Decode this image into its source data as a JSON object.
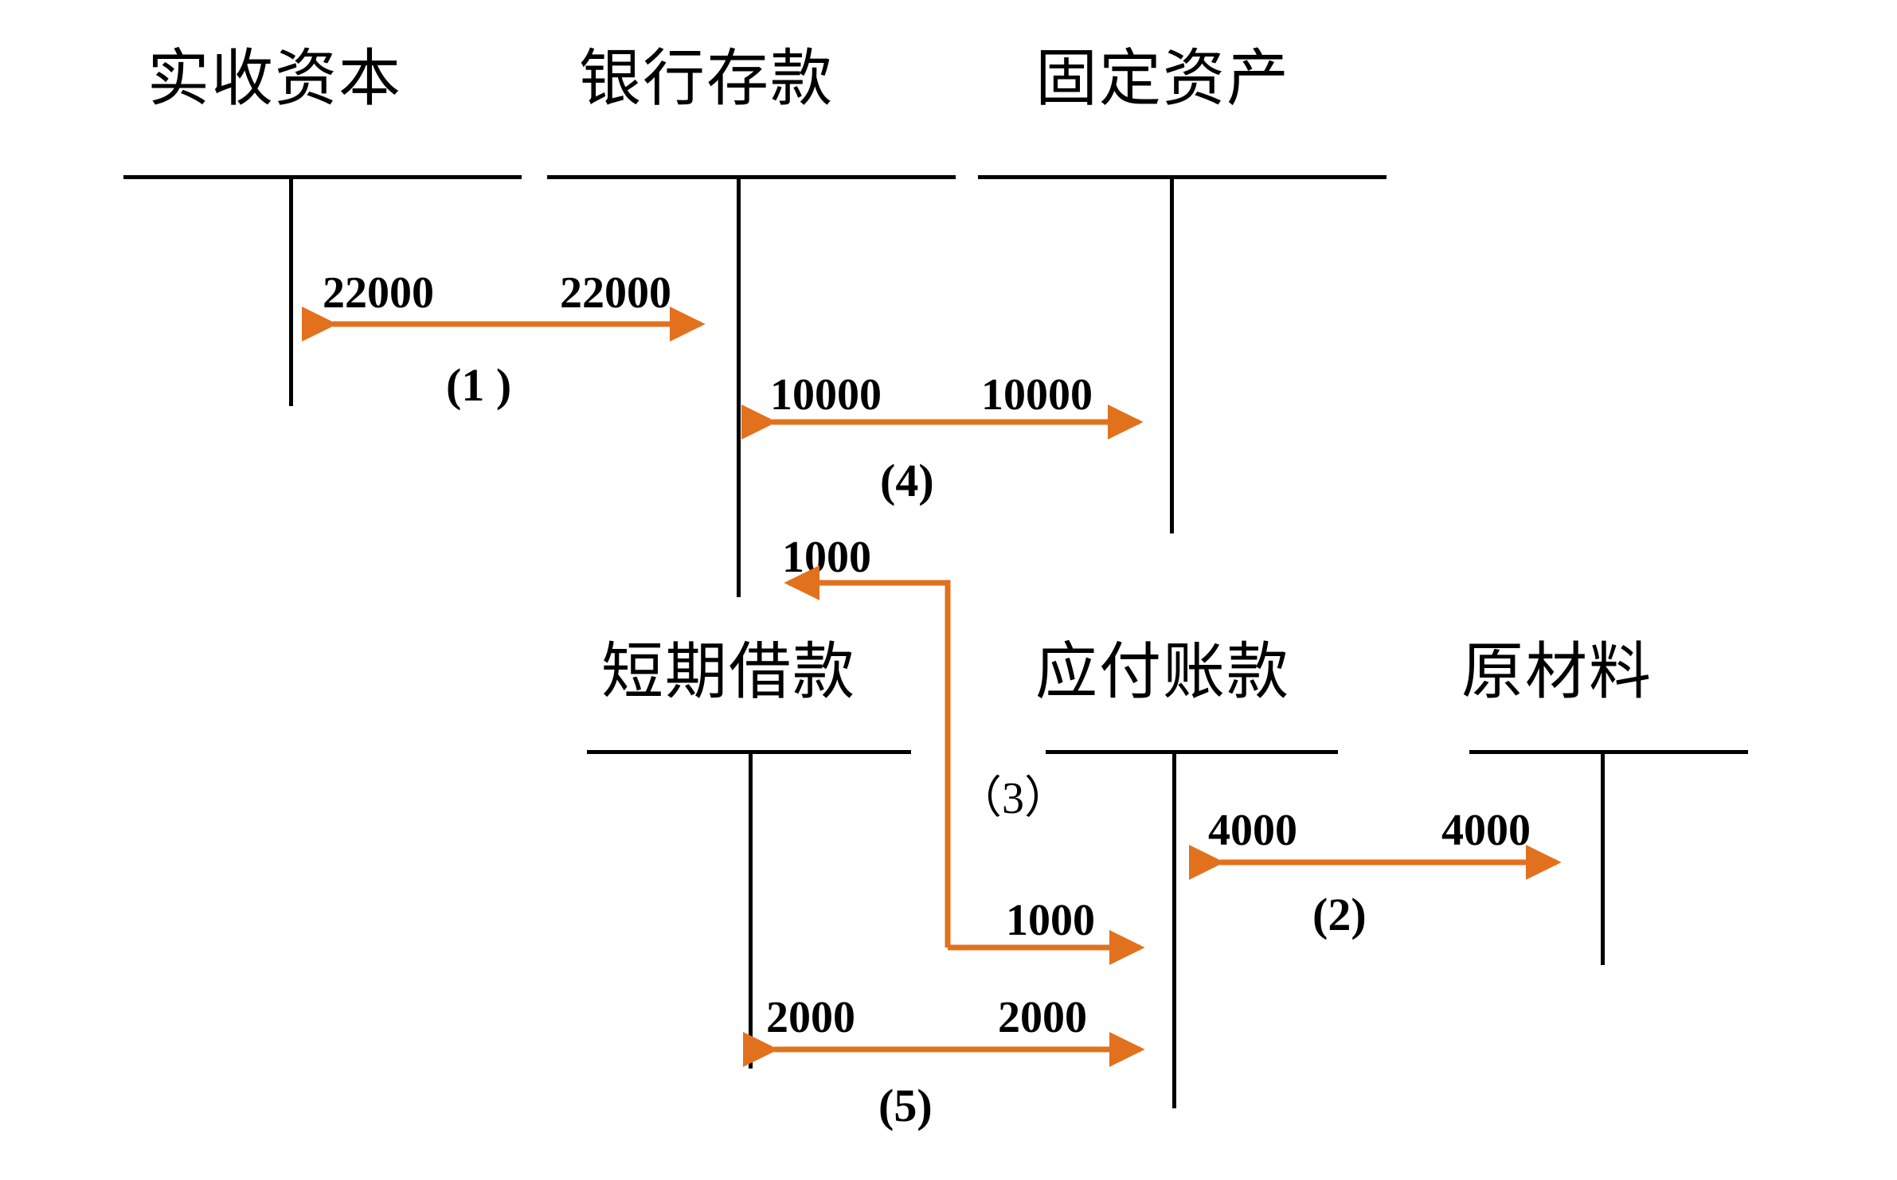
{
  "diagram": {
    "title_note": "T-account transaction flow diagram",
    "accent_color": "#E2711D",
    "line_color": "#000000"
  },
  "accounts": [
    {
      "id": "paid-in-capital",
      "label": "实收资本"
    },
    {
      "id": "bank-deposit",
      "label": "银行存款"
    },
    {
      "id": "fixed-assets",
      "label": "固定资产"
    },
    {
      "id": "short-term-loan",
      "label": "短期借款"
    },
    {
      "id": "accounts-payable",
      "label": "应付账款"
    },
    {
      "id": "raw-materials",
      "label": "原材料"
    }
  ],
  "transactions": [
    {
      "id": "txn-1",
      "label": "(1 )",
      "amount_left": "22000",
      "amount_right": "22000",
      "from": "实收资本",
      "to": "银行存款"
    },
    {
      "id": "txn-4",
      "label": "(4)",
      "amount_left": "10000",
      "amount_right": "10000",
      "from": "银行存款",
      "to": "固定资产"
    },
    {
      "id": "txn-3",
      "label": "（3）",
      "amount_left": "1000",
      "amount_right": "1000",
      "from": "应付账款",
      "to": "银行存款"
    },
    {
      "id": "txn-2",
      "label": "(2)",
      "amount_left": "4000",
      "amount_right": "4000",
      "from": "应付账款",
      "to": "原材料"
    },
    {
      "id": "txn-5",
      "label": "(5)",
      "amount_left": "2000",
      "amount_right": "2000",
      "from": "短期借款",
      "to": "应付账款"
    }
  ]
}
